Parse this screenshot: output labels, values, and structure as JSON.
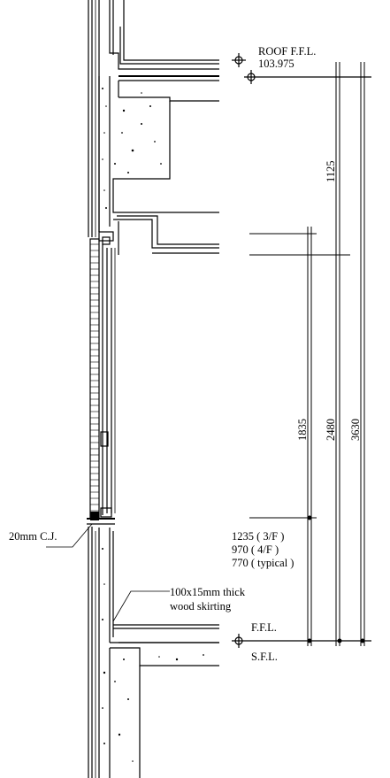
{
  "labels": {
    "roof_ffl": "ROOF F.F.L.",
    "roof_level": "103.975",
    "cj": "20mm C.J.",
    "sill_1": "1235 ( 3/F )",
    "sill_2": "970 ( 4/F )",
    "sill_3": "770 ( typical )",
    "skirting_1": "100x15mm thick",
    "skirting_2": "wood skirting",
    "ffl": "F.F.L.",
    "sfl": "S.F.L."
  },
  "dimensions": {
    "d1125": "1125",
    "d1835": "1835",
    "d2480": "2480",
    "d3630": "3630"
  }
}
